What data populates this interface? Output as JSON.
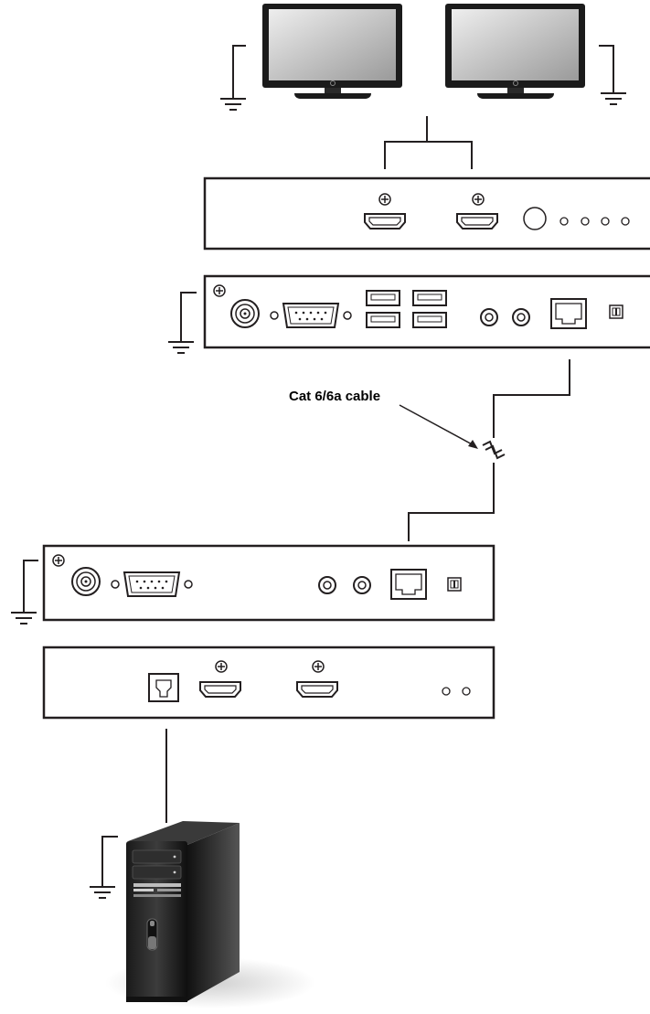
{
  "diagram": {
    "cable_label": "Cat 6/6a cable"
  },
  "devices": {
    "monitors": [
      "monitor",
      "monitor"
    ],
    "receiver_front": {
      "ports": [
        "hdmi-out",
        "hdmi-out",
        "button",
        "led",
        "led",
        "led",
        "led"
      ]
    },
    "receiver_rear": {
      "ports": [
        "ground-screw",
        "power-jack",
        "serial-port",
        "usb-port",
        "usb-port",
        "usb-port",
        "usb-port",
        "audio-jack",
        "audio-jack",
        "rj45-port",
        "dip-switch"
      ]
    },
    "transmitter_rear": {
      "ports": [
        "ground-screw",
        "power-jack",
        "serial-port",
        "audio-jack",
        "audio-jack",
        "rj45-port",
        "dip-switch"
      ]
    },
    "transmitter_front": {
      "ports": [
        "usb-b-port",
        "hdmi-in",
        "hdmi-in",
        "led",
        "led"
      ]
    },
    "computer": "desktop-tower"
  },
  "icons": [
    "ground-icon",
    "monitor-icon",
    "hdmi-port-icon",
    "rj45-port-icon",
    "serial-port-icon",
    "usb-port-icon",
    "tower-pc-icon"
  ]
}
